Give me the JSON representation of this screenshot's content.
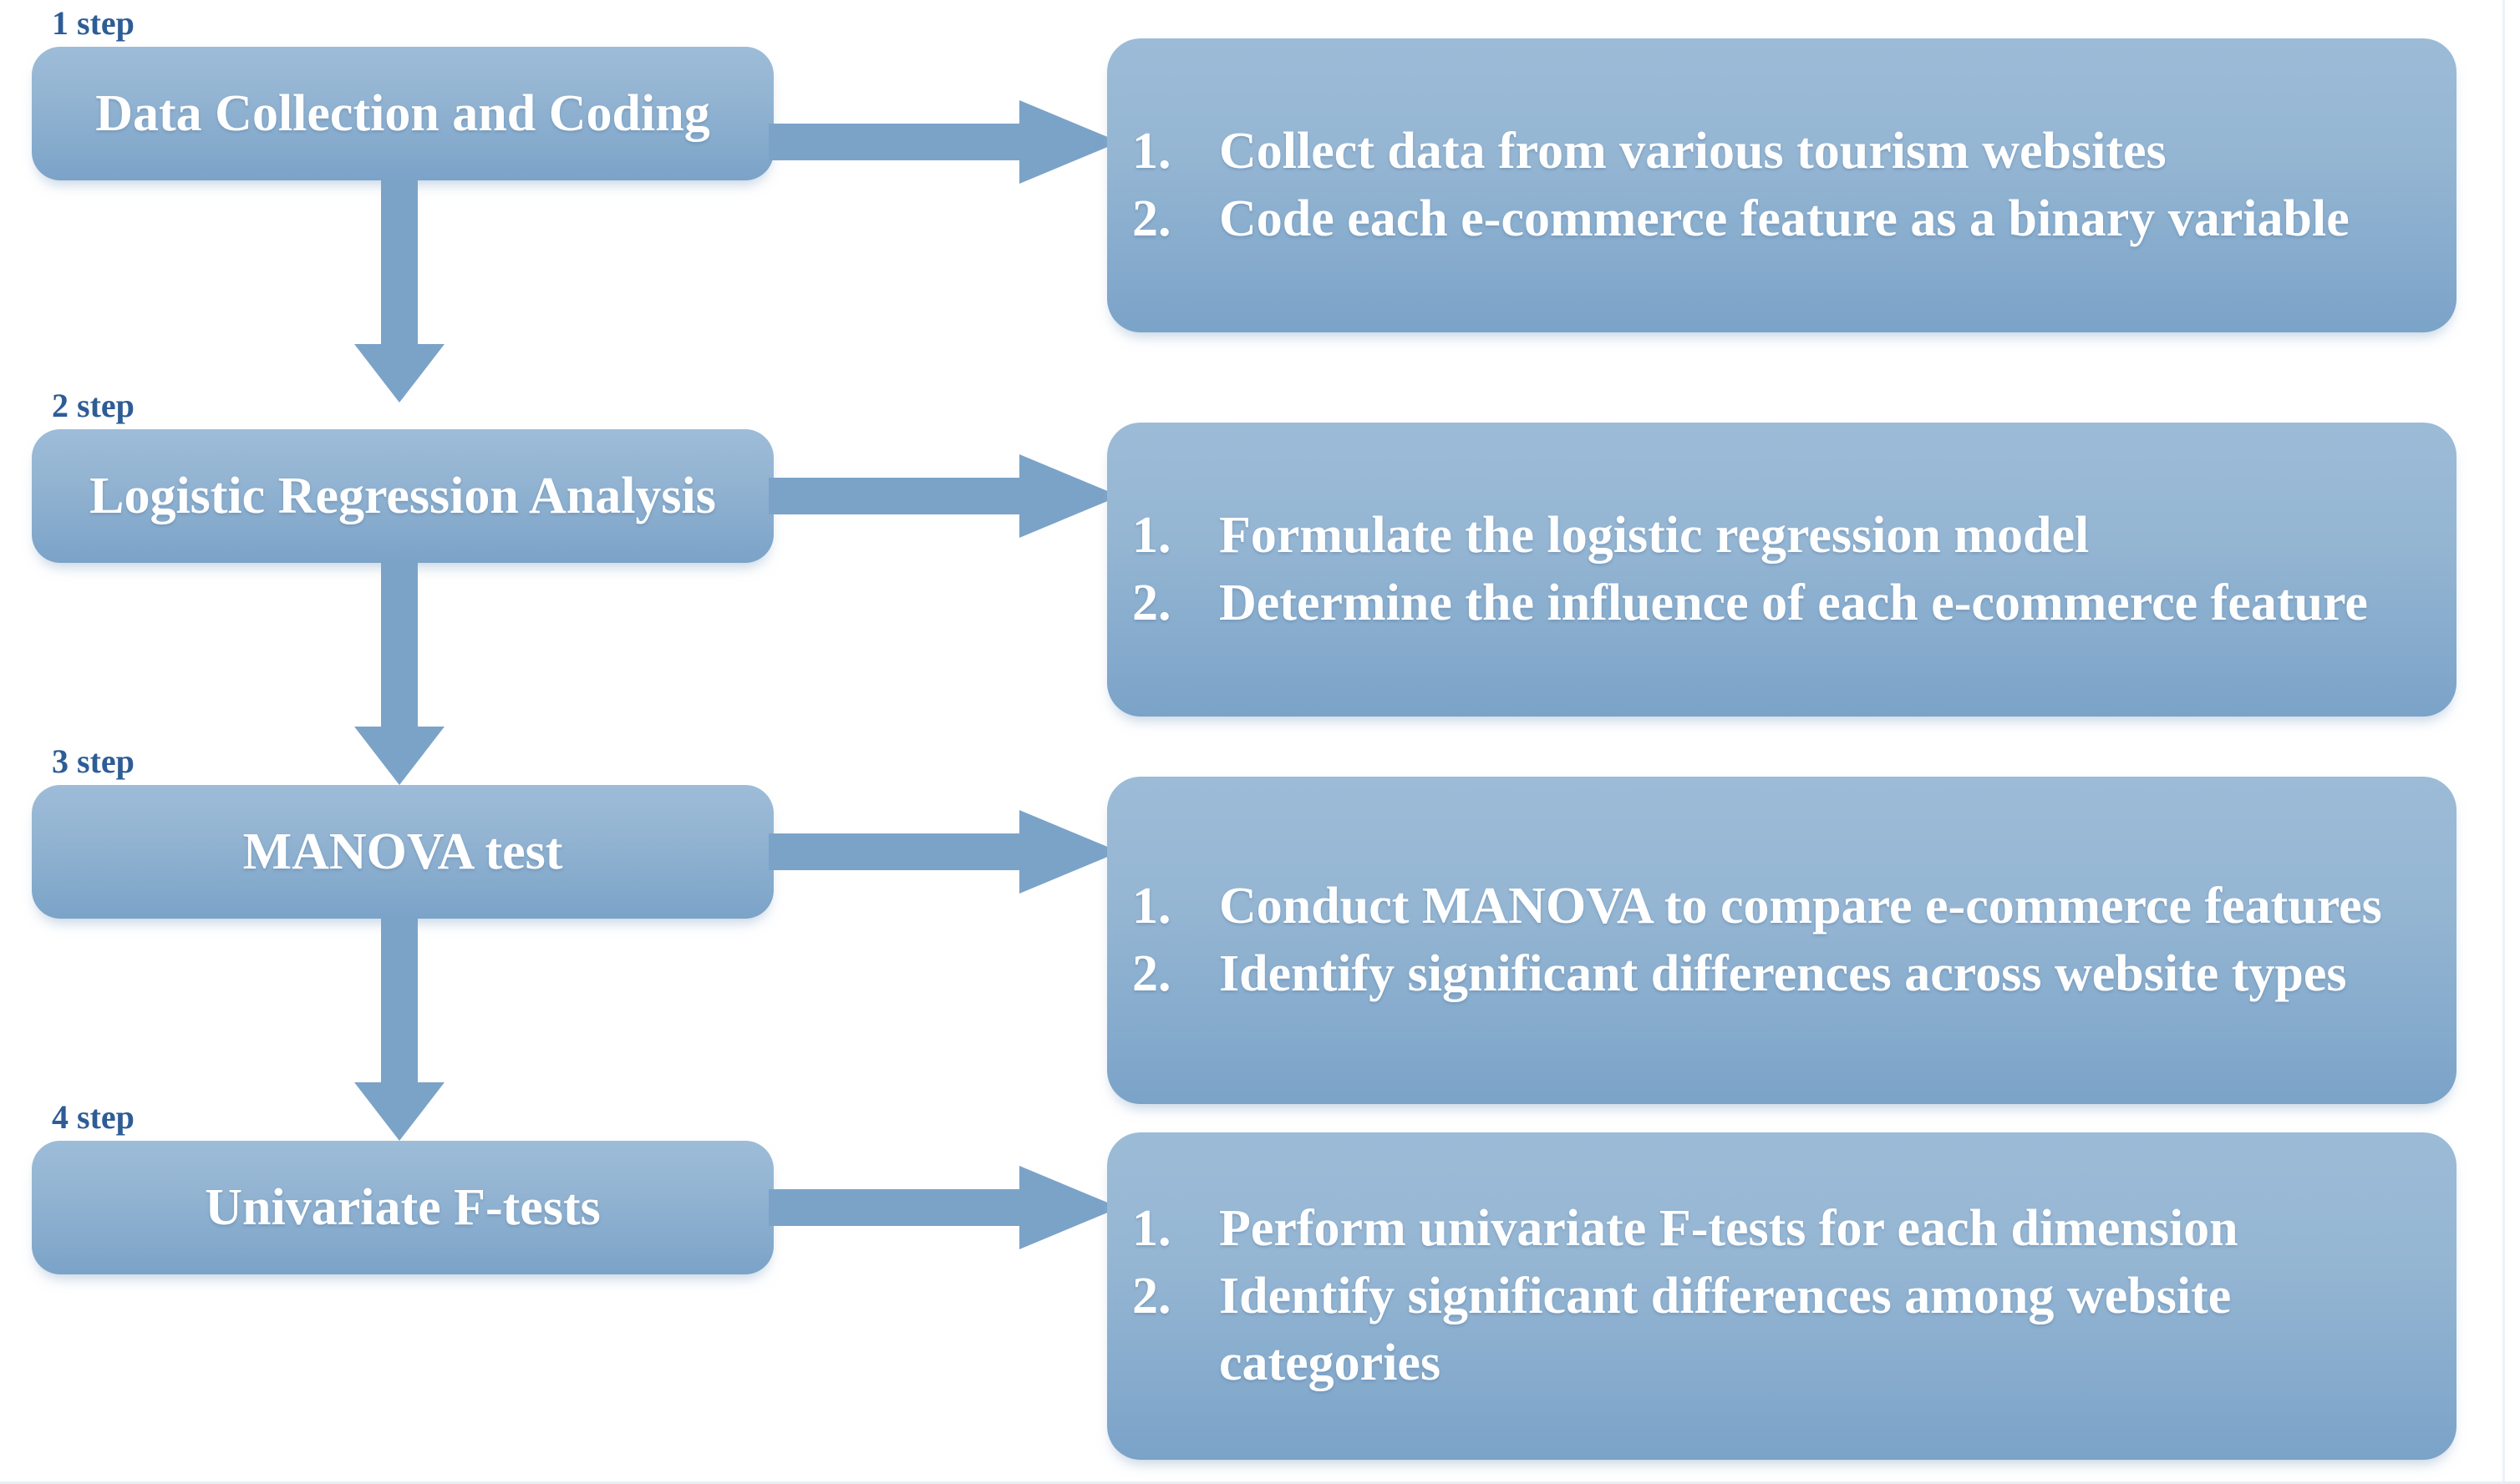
{
  "diagram": {
    "title": "Research methodology four-step flowchart",
    "colors": {
      "box_light": "#9dbcd8",
      "box_dark": "#7ba3c8",
      "arrow": "#7ba3c8",
      "step_label_text": "#2e5d96",
      "box_text": "#ffffff",
      "background": "#ffffff"
    },
    "steps": [
      {
        "label": "1 step",
        "title": "Data Collection and Coding",
        "details": [
          {
            "num": "1.",
            "text": "Collect data from various tourism websites"
          },
          {
            "num": "2.",
            "text": "Code each e-commerce feature as a binary variable"
          }
        ]
      },
      {
        "label": "2 step",
        "title": "Logistic Regression Analysis",
        "details": [
          {
            "num": "1.",
            "text": "Formulate the logistic regression  model"
          },
          {
            "num": "2.",
            "text": "Determine the influence of each e-commerce feature"
          }
        ]
      },
      {
        "label": "3 step",
        "title": "MANOVA test",
        "details": [
          {
            "num": "1.",
            "text": "Conduct MANOVA to compare e-commerce features"
          },
          {
            "num": "2.",
            "text": "Identify significant differences across website types"
          }
        ]
      },
      {
        "label": "4 step",
        "title": "Univariate F-tests",
        "details": [
          {
            "num": "1.",
            "text": "Perform univariate F-tests for each dimension"
          },
          {
            "num": "2.",
            "text": "Identify significant differences among website categories"
          }
        ]
      }
    ],
    "connectors": {
      "vertical": [
        {
          "from": "1 step",
          "to": "2 step",
          "icon": "arrow-down-icon"
        },
        {
          "from": "2 step",
          "to": "3 step",
          "icon": "arrow-down-icon"
        },
        {
          "from": "3 step",
          "to": "4 step",
          "icon": "arrow-down-icon"
        }
      ],
      "horizontal": [
        {
          "from": "1 step",
          "to": "1 step details",
          "icon": "arrow-right-icon"
        },
        {
          "from": "2 step",
          "to": "2 step details",
          "icon": "arrow-right-icon"
        },
        {
          "from": "3 step",
          "to": "3 step details",
          "icon": "arrow-right-icon"
        },
        {
          "from": "4 step",
          "to": "4 step details",
          "icon": "arrow-right-icon"
        }
      ]
    }
  }
}
